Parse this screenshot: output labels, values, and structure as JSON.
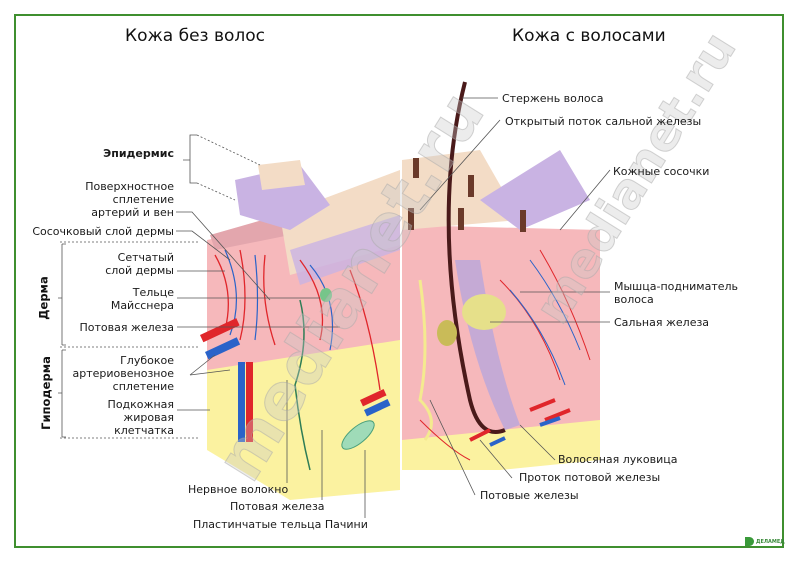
{
  "titles": {
    "left": "Кожа без волос",
    "right": "Кожа с волосами"
  },
  "left_labels": {
    "epidermis": "Эпидермис",
    "surface_plexus": [
      "Поверхностное",
      "сплетение",
      "артерий и вен"
    ],
    "papillary_layer": "Сосочковый слой дермы",
    "derma": "Дерма",
    "reticular_layer": [
      "Сетчатый",
      "слой дермы"
    ],
    "meissner": [
      "Тельце",
      "Майсснера"
    ],
    "sweat_gland": "Потовая железа",
    "hypoderma": "Гиподерма",
    "deep_plexus": [
      "Глубокое",
      "артериовенозное",
      "сплетение"
    ],
    "fat_tissue": [
      "Подкожная",
      "жировая",
      "клетчатка"
    ]
  },
  "bottom_labels": {
    "nerve_fiber": "Нервное волокно",
    "sweat_gland": "Потовая железа",
    "pacini": "Пластинчатые тельца Пачини"
  },
  "right_labels": {
    "hair_shaft": "Стержень волоса",
    "open_duct": "Открытый поток сальной железы",
    "papillae": "Кожные сосочки",
    "arrector_muscle": [
      "Мышца-подниматель",
      "волоса"
    ],
    "sebaceous_gland": "Сальная железа",
    "hair_bulb": "Волосяная луковица",
    "sweat_duct": "Проток потовой железы",
    "sweat_glands": "Потовые железы"
  },
  "watermark": "medianet.ru",
  "logo": "ДЕЛАМЕД",
  "colors": {
    "frame": "#3f8f2f",
    "epidermis": "#f3dcc6",
    "basal": "#b9a6dc",
    "dermis": "#f6b8bb",
    "fat": "#fbf2a0",
    "artery": "#e0262b",
    "vein": "#2a63c9",
    "hair": "#4a1a1a"
  }
}
